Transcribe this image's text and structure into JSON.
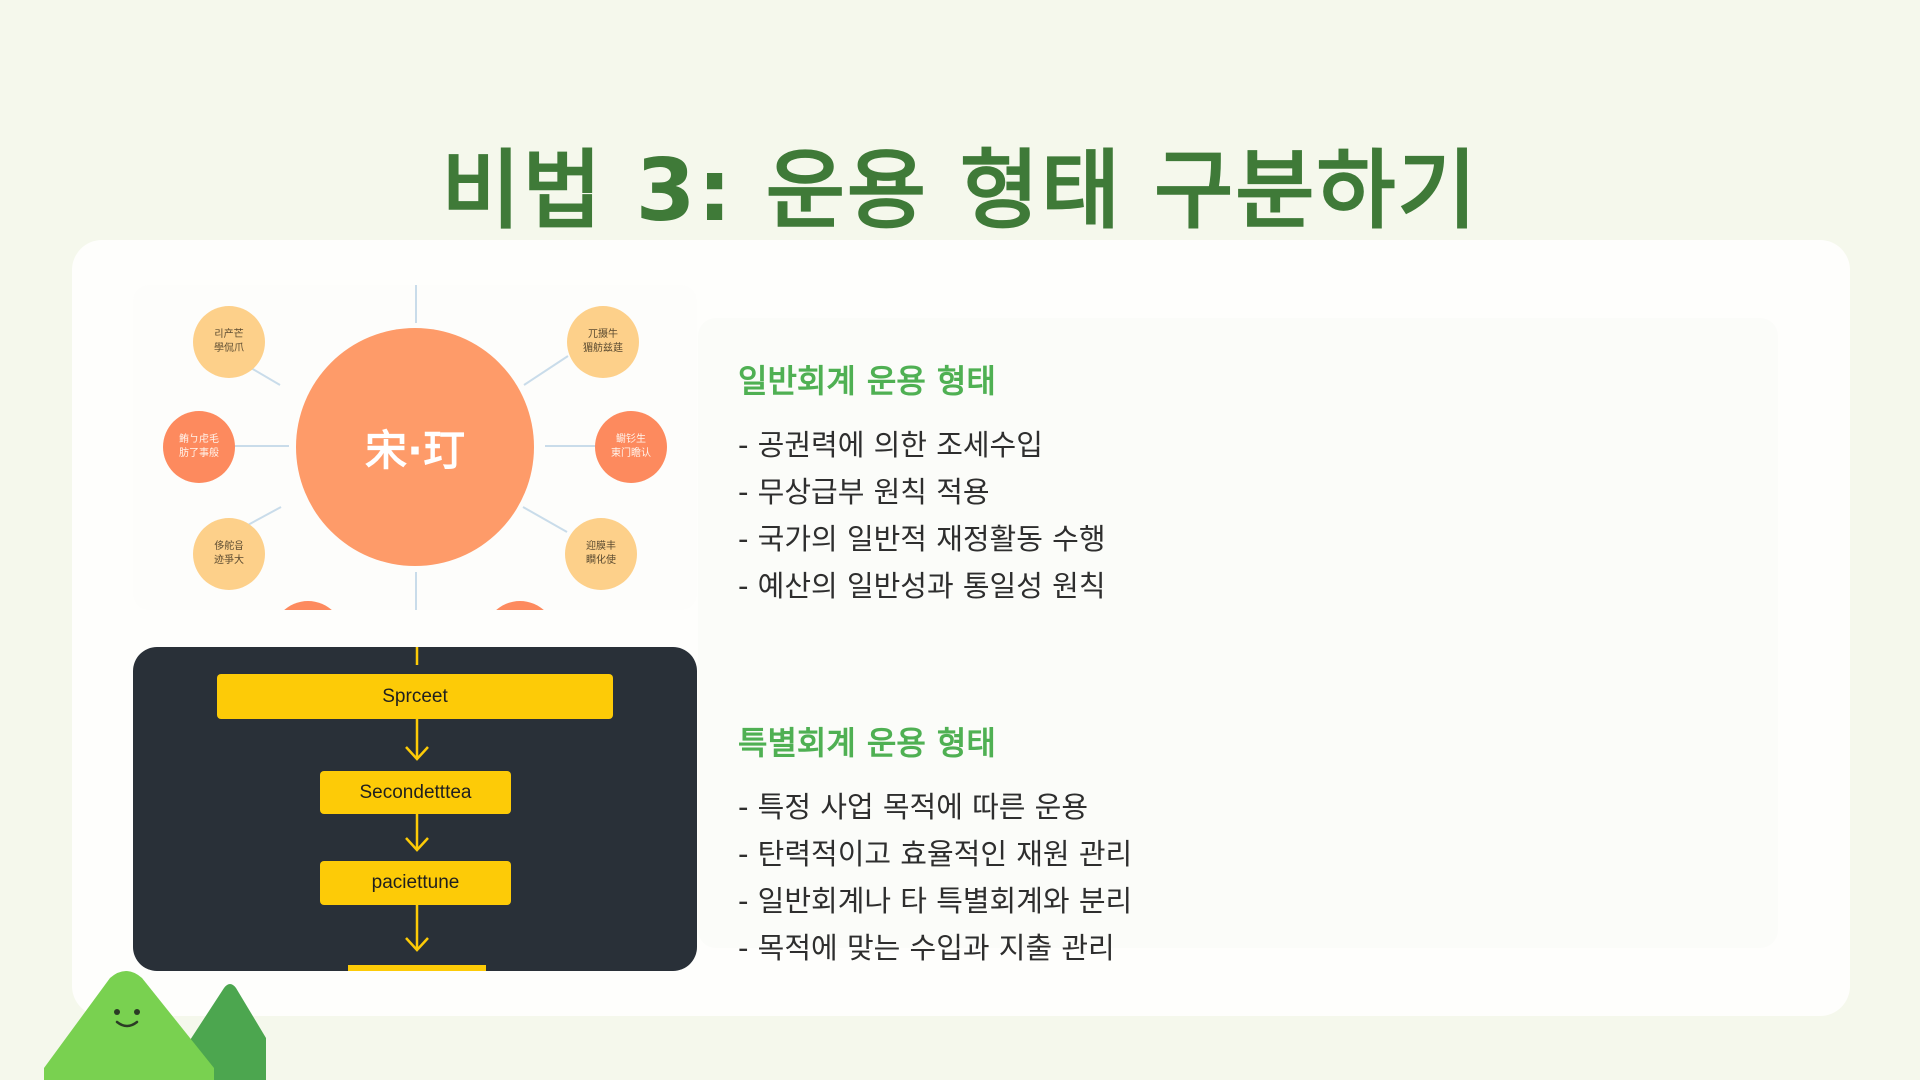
{
  "page": {
    "title": "비법 3: 운용 형태 구분하기"
  },
  "mindmap": {
    "center_label": "宋·玎",
    "nodes": [
      {
        "label": "리产芒\n學侃爪"
      },
      {
        "label": "兀摄牛\n猸舫兹莛"
      },
      {
        "label": "鲔ㄅ虍毛\n肪了事般"
      },
      {
        "label": "鳚钐生\n東门瞻认"
      },
      {
        "label": "侈舵읍\n迹爭大"
      },
      {
        "label": "迎膜丰\n瞷化使"
      }
    ]
  },
  "flow": {
    "steps": [
      "Sprceet",
      "Secondetttea",
      "paciettune"
    ]
  },
  "sections": [
    {
      "heading": "일반회계 운용 형태",
      "items": [
        "- 공권력에 의한 조세수입",
        "- 무상급부 원칙 적용",
        "- 국가의 일반적 재정활동 수행",
        "- 예산의 일반성과 통일성 원칙"
      ]
    },
    {
      "heading": "특별회계 운용 형태",
      "items": [
        "- 특정 사업 목적에 따른 운용",
        "- 탄력적이고 효율적인 재원 관리",
        "- 일반회계나 타 특별회계와 분리",
        "- 목적에 맞는 수입과 지출 관리"
      ]
    }
  ]
}
